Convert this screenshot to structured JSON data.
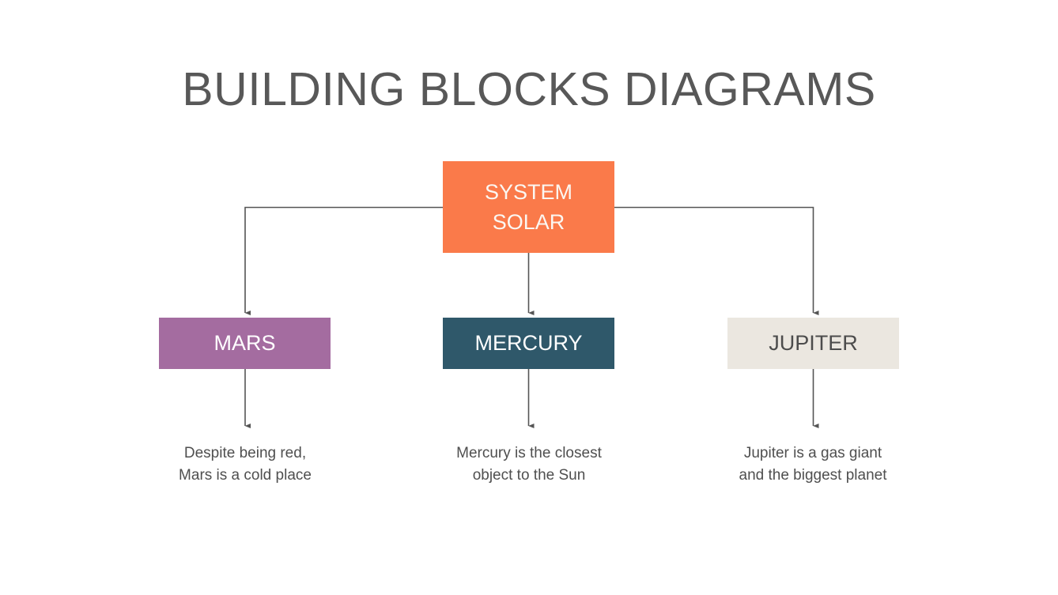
{
  "slide": {
    "title": "BUILDING BLOCKS DIAGRAMS",
    "background": "#FFFFFF",
    "title_color": "#585858"
  },
  "palette": {
    "orange": "#FA7A4A",
    "purple": "#A46CA0",
    "teal": "#2F586A",
    "beige": "#EBE7E0",
    "connector": "#555555",
    "text_dark": "#4F4F4F",
    "text_light": "#FFFFFF"
  },
  "decorations": {
    "top_left": [
      {
        "name": "orange-square",
        "color": "#FA7A4A"
      },
      {
        "name": "beige-square",
        "color": "#EBE7E0"
      },
      {
        "name": "purple-square",
        "color": "#A46CA0"
      }
    ],
    "bottom_right": [
      {
        "name": "orange-square",
        "color": "#FA7A4A"
      },
      {
        "name": "teal-square",
        "color": "#2F586A"
      },
      {
        "name": "purple-square",
        "color": "#A46CA0"
      }
    ]
  },
  "diagram": {
    "type": "tree",
    "root": {
      "id": "root",
      "label": "SYSTEM\nSOLAR",
      "color": "#FA7A4A",
      "text_color": "#FBF7F2"
    },
    "children": [
      {
        "id": "mars",
        "label": "MARS",
        "color": "#A46CA0",
        "text_color": "#FFFFFF",
        "caption": "Despite being red,\nMars is a cold place"
      },
      {
        "id": "mercury",
        "label": "MERCURY",
        "color": "#2F586A",
        "text_color": "#FFFFFF",
        "caption": "Mercury is the closest\nobject to the Sun"
      },
      {
        "id": "jupiter",
        "label": "JUPITER",
        "color": "#EBE7E0",
        "text_color": "#4C4C4C",
        "caption": "Jupiter is a gas giant\nand the biggest planet"
      }
    ]
  }
}
